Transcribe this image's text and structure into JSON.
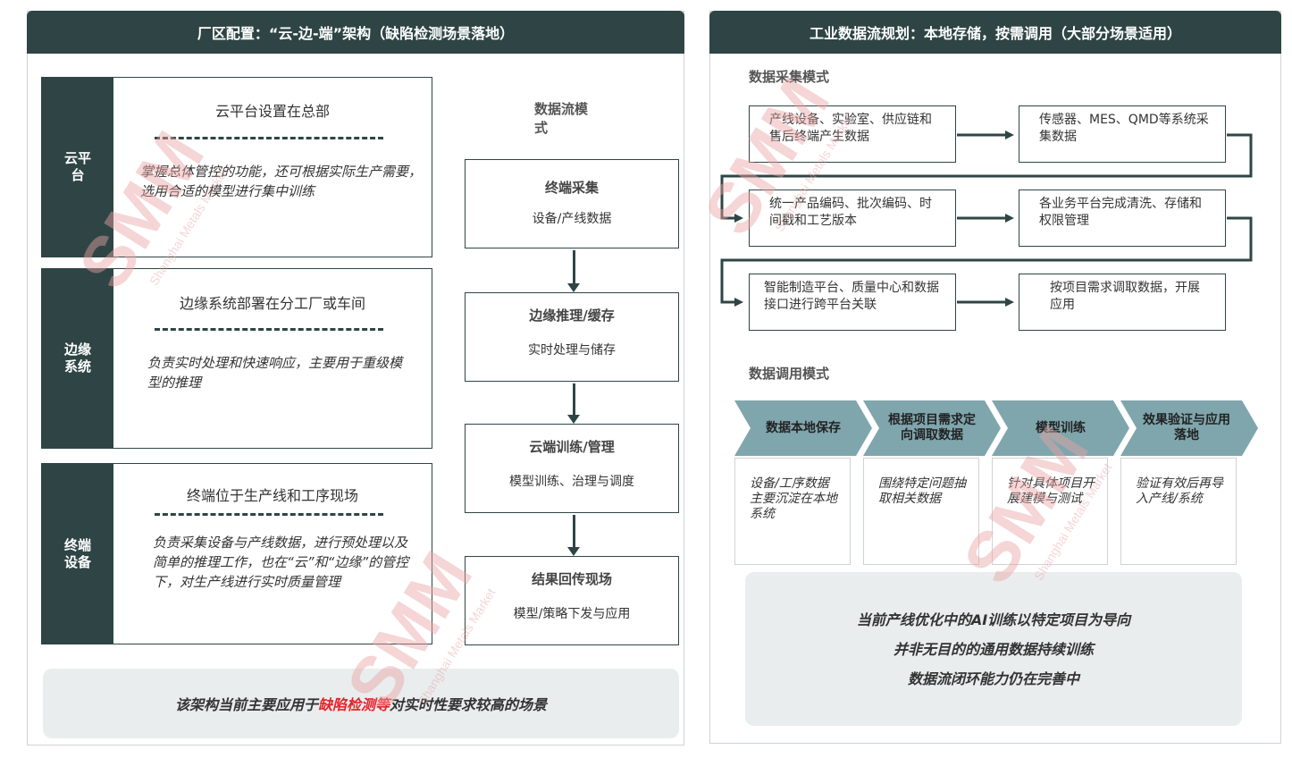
{
  "left": {
    "header": "厂区配置：“云-边-端”架构（缺陷检测场景落地）",
    "tiers": [
      {
        "side": "云平\n台",
        "title": "云平台设置在总部",
        "desc": "掌握总体管控的功能，还可根据实际生产需要，选用合适的模型进行集中训练"
      },
      {
        "side": "边缘\n系统",
        "title": "边缘系统部署在分工厂或车间",
        "desc": "负责实时处理和快速响应，主要用于重级模型的推理"
      },
      {
        "side": "终端\n设备",
        "title": "终端位于生产线和工序现场",
        "desc": "负责采集设备与产线数据，进行预处理以及简单的推理工作，也在“云”和“边缘”的管控下，对生产线进行实时质量管理"
      }
    ],
    "flow_title": "数据流模\n式",
    "flow": [
      {
        "title": "终端采集",
        "sub": "设备/产线数据"
      },
      {
        "title": "边缘推理/缓存",
        "sub": "实时处理与储存"
      },
      {
        "title": "云端训练/管理",
        "sub": "模型训练、治理与调度"
      },
      {
        "title": "结果回传现场",
        "sub": "模型/策略下发与应用"
      }
    ],
    "note_pre": "该架构当前主要应用于",
    "note_highlight": "缺陷检测等",
    "note_post": "对实时性要求较高的场景"
  },
  "right": {
    "header": "工业数据流规划：本地存储，按需调用（大部分场景适用）",
    "collect_title": "数据采集模式",
    "collect": [
      "产线设备、实验室、供应链和售后终端产生数据",
      "传感器、MES、QMD等系统采集数据",
      "统一产品编码、批次编码、时间戳和工艺版本",
      "各业务平台完成清洗、存储和权限管理",
      "智能制造平台、质量中心和数据接口进行跨平台关联",
      "按项目需求调取数据，开展应用"
    ],
    "use_title": "数据调用模式",
    "steps": [
      {
        "label": "数据本地保存",
        "desc": "设备/工序数据主要沉淀在本地系统"
      },
      {
        "label": "根据项目需求定向调取数据",
        "desc": "围绕特定问题抽取相关数据"
      },
      {
        "label": "模型训练",
        "desc": "针对具体项目开展建模与测试"
      },
      {
        "label": "效果验证与应用落地",
        "desc": "验证有效后再导入产线/系统"
      }
    ],
    "notes": [
      "当前产线优化中的AI训练以特定项目为导向",
      "并非无目的的通用数据持续训练",
      "数据流闭环能力仍在完善中"
    ]
  },
  "watermark": {
    "logo": "SMM",
    "sub": "Shanghai Metals Market"
  },
  "colors": {
    "dark_teal": "#2f4545",
    "chevron": "#7fa6ad",
    "note_bg": "#e9eded",
    "highlight": "#e8212b",
    "watermark": "#f2c4c4"
  }
}
